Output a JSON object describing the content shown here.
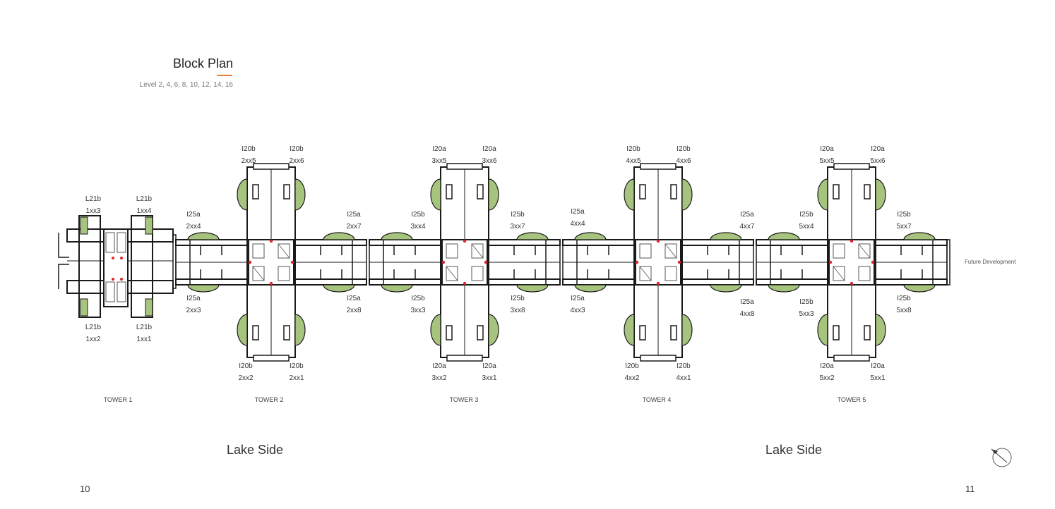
{
  "header": {
    "title": "Block Plan",
    "subtitle": "Level 2, 4, 6, 8, 10, 12, 14, 16"
  },
  "colors": {
    "accent": "#e8803a",
    "garden": "#a6c47e",
    "wall": "#1a1a1a",
    "marker": "#e0262b"
  },
  "towers": [
    "TOWER 1",
    "TOWER 2",
    "TOWER 3",
    "TOWER 4",
    "TOWER 5"
  ],
  "units": [
    {
      "type": "L21b",
      "code": "1xx3"
    },
    {
      "type": "L21b",
      "code": "1xx4"
    },
    {
      "type": "L21b",
      "code": "1xx2"
    },
    {
      "type": "L21b",
      "code": "1xx1"
    },
    {
      "type": "I20b",
      "code": "2xx5"
    },
    {
      "type": "I20b",
      "code": "2xx6"
    },
    {
      "type": "I25a",
      "code": "2xx4"
    },
    {
      "type": "I25a",
      "code": "2xx7"
    },
    {
      "type": "I25a",
      "code": "2xx3"
    },
    {
      "type": "I25a",
      "code": "2xx8"
    },
    {
      "type": "I20b",
      "code": "2xx2"
    },
    {
      "type": "I20b",
      "code": "2xx1"
    },
    {
      "type": "I20a",
      "code": "3xx5"
    },
    {
      "type": "I20a",
      "code": "3xx6"
    },
    {
      "type": "I25b",
      "code": "3xx4"
    },
    {
      "type": "I25b",
      "code": "3xx7"
    },
    {
      "type": "I25b",
      "code": "3xx3"
    },
    {
      "type": "I25b",
      "code": "3xx8"
    },
    {
      "type": "I20a",
      "code": "3xx2"
    },
    {
      "type": "I20a",
      "code": "3xx1"
    },
    {
      "type": "I20b",
      "code": "4xx5"
    },
    {
      "type": "I20b",
      "code": "4xx6"
    },
    {
      "type": "I25a",
      "code": "4xx4"
    },
    {
      "type": "I25a",
      "code": "4xx7"
    },
    {
      "type": "I25a",
      "code": "4xx3"
    },
    {
      "type": "I25a",
      "code": "4xx8"
    },
    {
      "type": "I20b",
      "code": "4xx2"
    },
    {
      "type": "I20b",
      "code": "4xx1"
    },
    {
      "type": "I20a",
      "code": "5xx5"
    },
    {
      "type": "I20a",
      "code": "5xx6"
    },
    {
      "type": "I25b",
      "code": "5xx4"
    },
    {
      "type": "I25b",
      "code": "5xx7"
    },
    {
      "type": "I25b",
      "code": "5xx3"
    },
    {
      "type": "I25b",
      "code": "5xx8"
    },
    {
      "type": "I20a",
      "code": "5xx2"
    },
    {
      "type": "I20a",
      "code": "5xx1"
    }
  ],
  "site": {
    "lake_left": "Lake Side",
    "lake_right": "Lake Side",
    "future": "Future Development"
  },
  "pages": {
    "left": "10",
    "right": "11"
  },
  "icons": {
    "north_arrow": "north-arrow-icon"
  }
}
